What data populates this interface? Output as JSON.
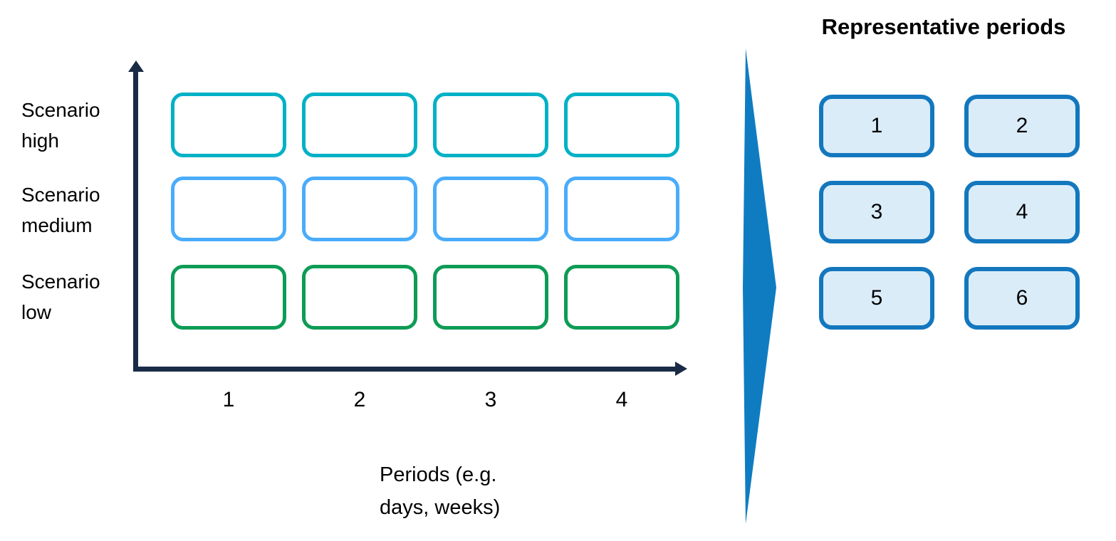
{
  "colors": {
    "scenario_high": "#00B1C6",
    "scenario_medium": "#4AACFB",
    "scenario_low": "#0D9C55",
    "axis": "#192B45",
    "transform_arrow": "#0F7CC2",
    "rep_border": "#1377BE",
    "rep_fill": "#DBECF9"
  },
  "left_chart": {
    "rows": [
      {
        "label": "Scenario high"
      },
      {
        "label": "Scenario medium"
      },
      {
        "label": "Scenario low"
      }
    ],
    "x_ticks": [
      "1",
      "2",
      "3",
      "4"
    ],
    "x_axis_title": "Periods (e.g. days, weeks)"
  },
  "right_panel": {
    "title": "Representative periods",
    "boxes": [
      "1",
      "2",
      "3",
      "4",
      "5",
      "6"
    ]
  }
}
